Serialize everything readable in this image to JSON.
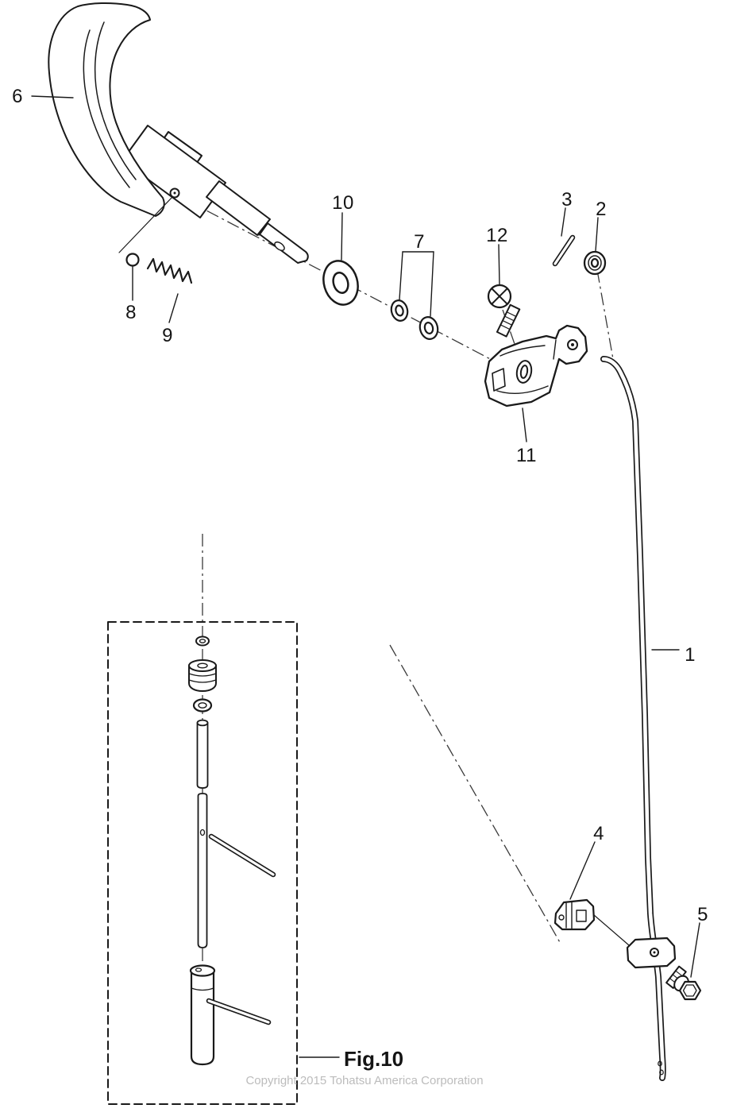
{
  "diagram": {
    "labels": {
      "p1": "1",
      "p2": "2",
      "p3": "3",
      "p4": "4",
      "p5": "5",
      "p6": "6",
      "p7": "7",
      "p8": "8",
      "p9": "9",
      "p10": "10",
      "p11": "11",
      "p12": "12"
    },
    "fig_label": "Fig.10",
    "copyright": "Copyright 2015 Tohatsu America Corporation"
  }
}
